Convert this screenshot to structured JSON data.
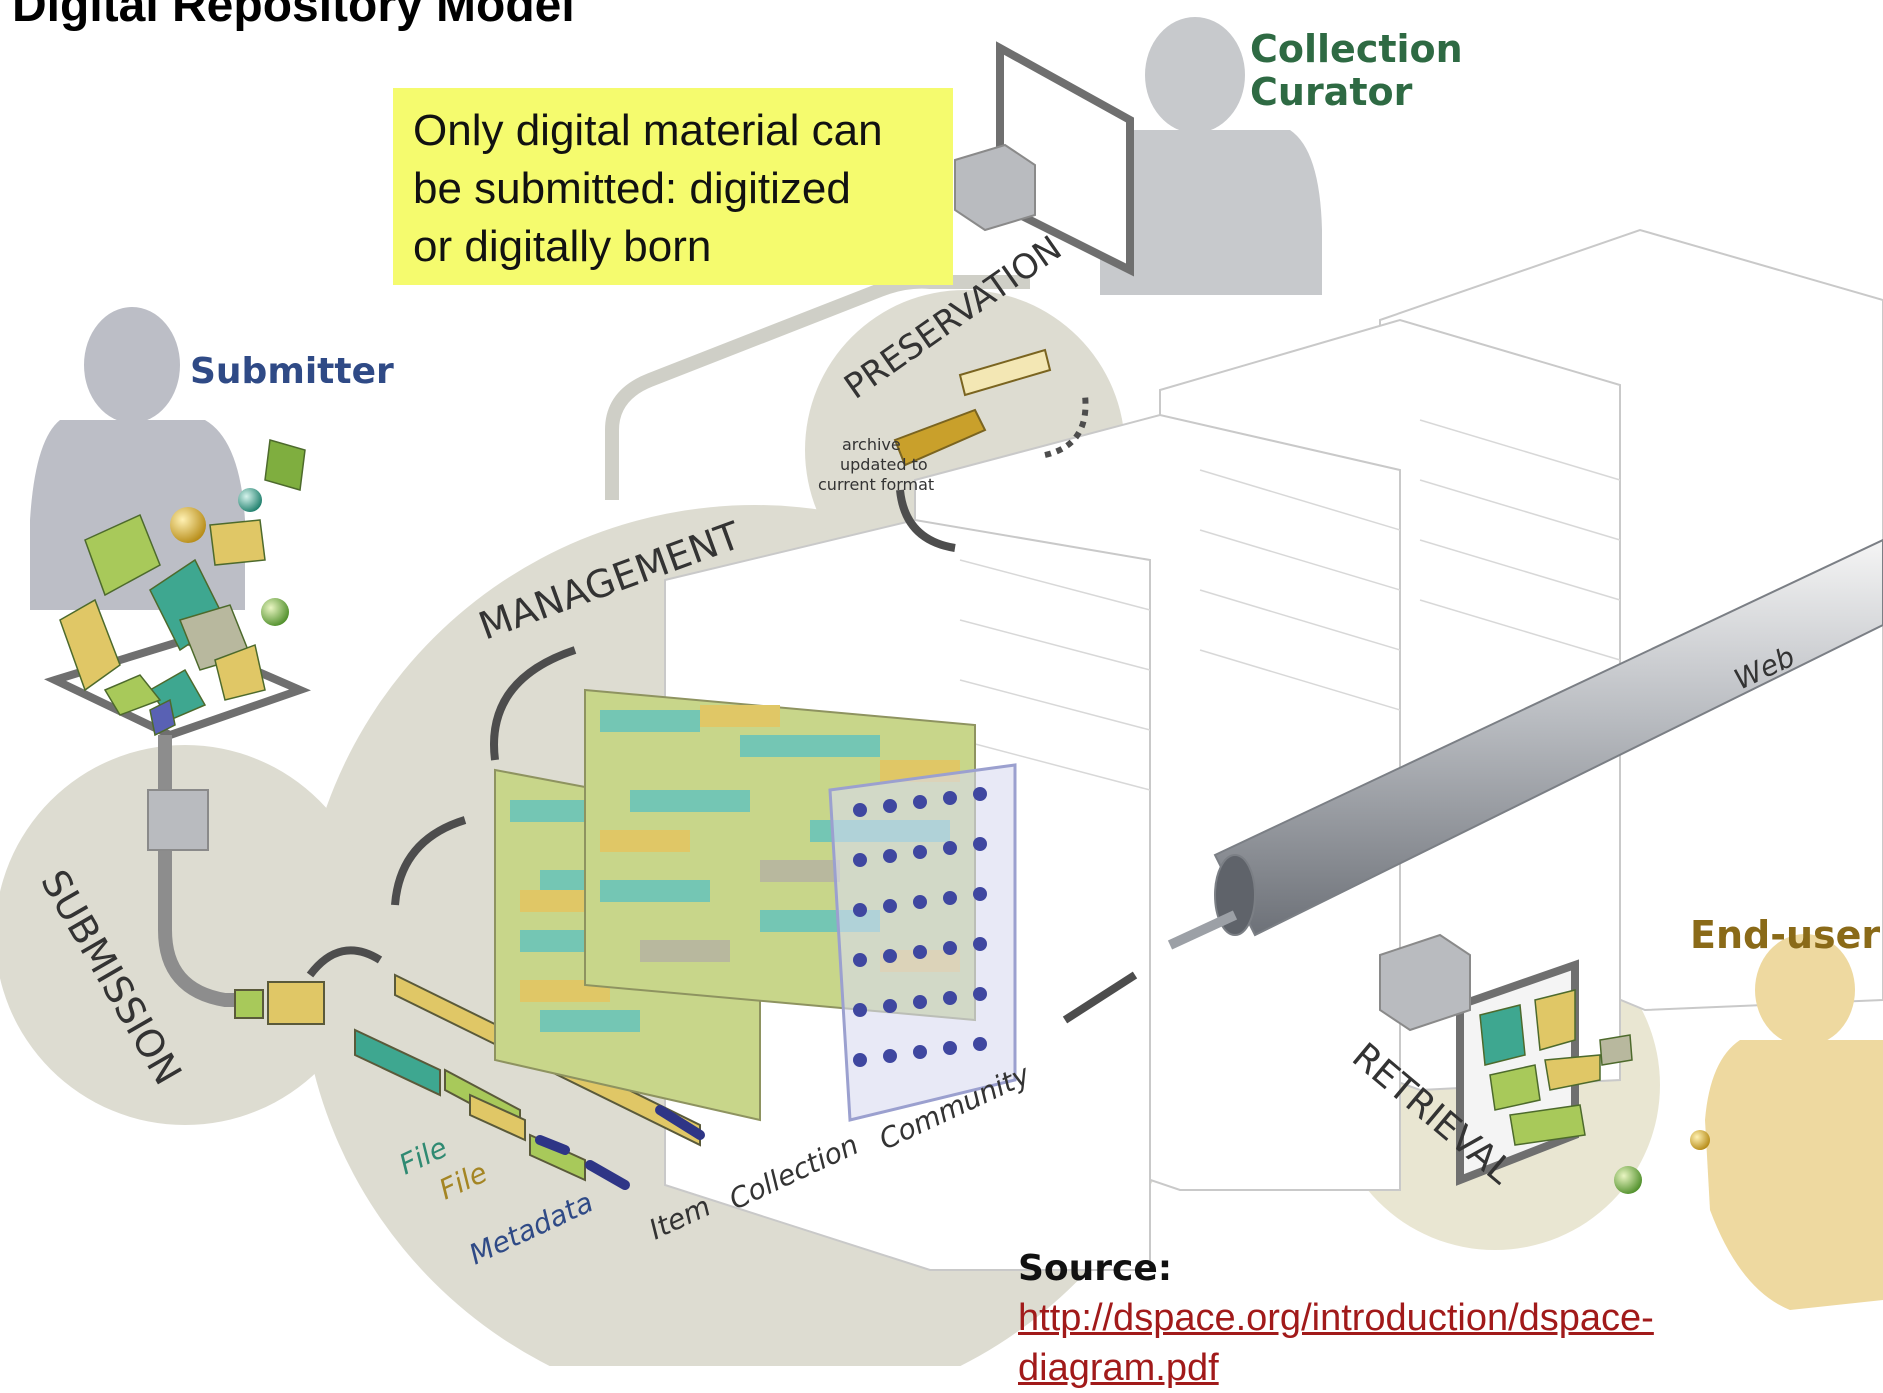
{
  "title": "Digital Repository Model",
  "callout_lines": [
    "Only digital material can",
    "be submitted: digitized",
    "or digitally born"
  ],
  "roles": {
    "collection_curator_line1": "Collection",
    "collection_curator_line2": "Curator",
    "submitter": "Submitter",
    "end_user": "End-user"
  },
  "stages": {
    "submission": "SUBMISSION",
    "management": "MANAGEMENT",
    "preservation": "PRESERVATION",
    "retrieval": "RETRIEVAL"
  },
  "preservation_note": [
    "archive",
    "updated to",
    "current format"
  ],
  "object_labels": {
    "file_1": "File",
    "file_2": "File",
    "metadata": "Metadata",
    "item": "Item",
    "collection": "Collection",
    "community": "Community"
  },
  "web_label": "Web",
  "source": {
    "label": "Source:",
    "link_line1": "http://dspace.org/introduction/dspace-",
    "link_line2": "diagram.pdf"
  },
  "colors": {
    "callout_bg": "#f5fb6e",
    "stage_circle": "#dddcd1",
    "person": "#bcbec6",
    "end_user_person": "#eed9a0",
    "submitter_text": "#2f4a86",
    "curator_text": "#2e6a43",
    "end_user_text": "#8a6a18",
    "tile_yellow": "#e0c766",
    "tile_teal": "#74c6b4",
    "tile_green": "#b7d36f",
    "tile_gray": "#b8b89e",
    "rod_blue": "#3f47a0",
    "link_red": "#a11a1a"
  }
}
